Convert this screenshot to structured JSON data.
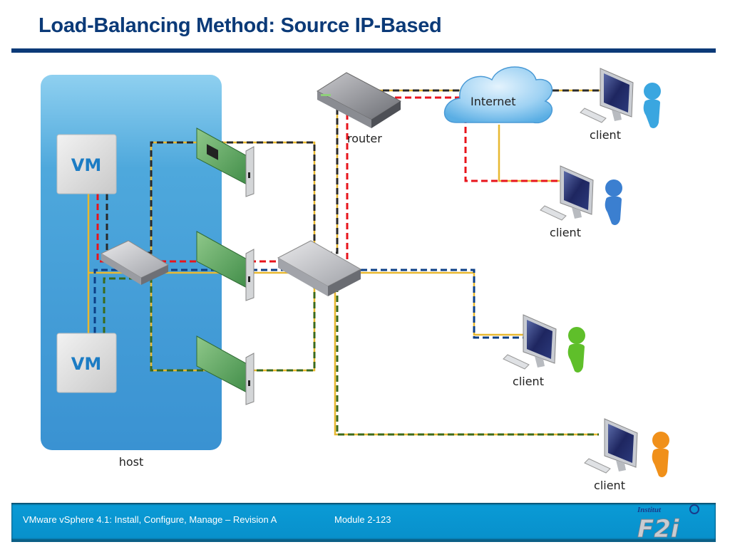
{
  "slide": {
    "title": "Load-Balancing Method: Source IP-Based"
  },
  "diagram": {
    "host_label": "host",
    "vm_labels": [
      "VM",
      "VM"
    ],
    "router_label": "router",
    "internet_label": "Internet",
    "clients": [
      {
        "label": "client",
        "person_color": "#3aa6e0"
      },
      {
        "label": "client",
        "person_color": "#3b7fd0"
      },
      {
        "label": "client",
        "person_color": "#5fbf2a"
      },
      {
        "label": "client",
        "person_color": "#f0901a"
      }
    ],
    "connection_colors": {
      "black": "#2a2a2a",
      "red": "#e8141c",
      "blue": "#0d3f86",
      "green": "#3a6a1c",
      "yellow": "#e8b830"
    }
  },
  "footer": {
    "course": "VMware vSphere 4.1: Install, Configure, Manage – Revision A",
    "module": "Module 2-123",
    "logo_top": "Institut",
    "logo_text": "F2i"
  }
}
